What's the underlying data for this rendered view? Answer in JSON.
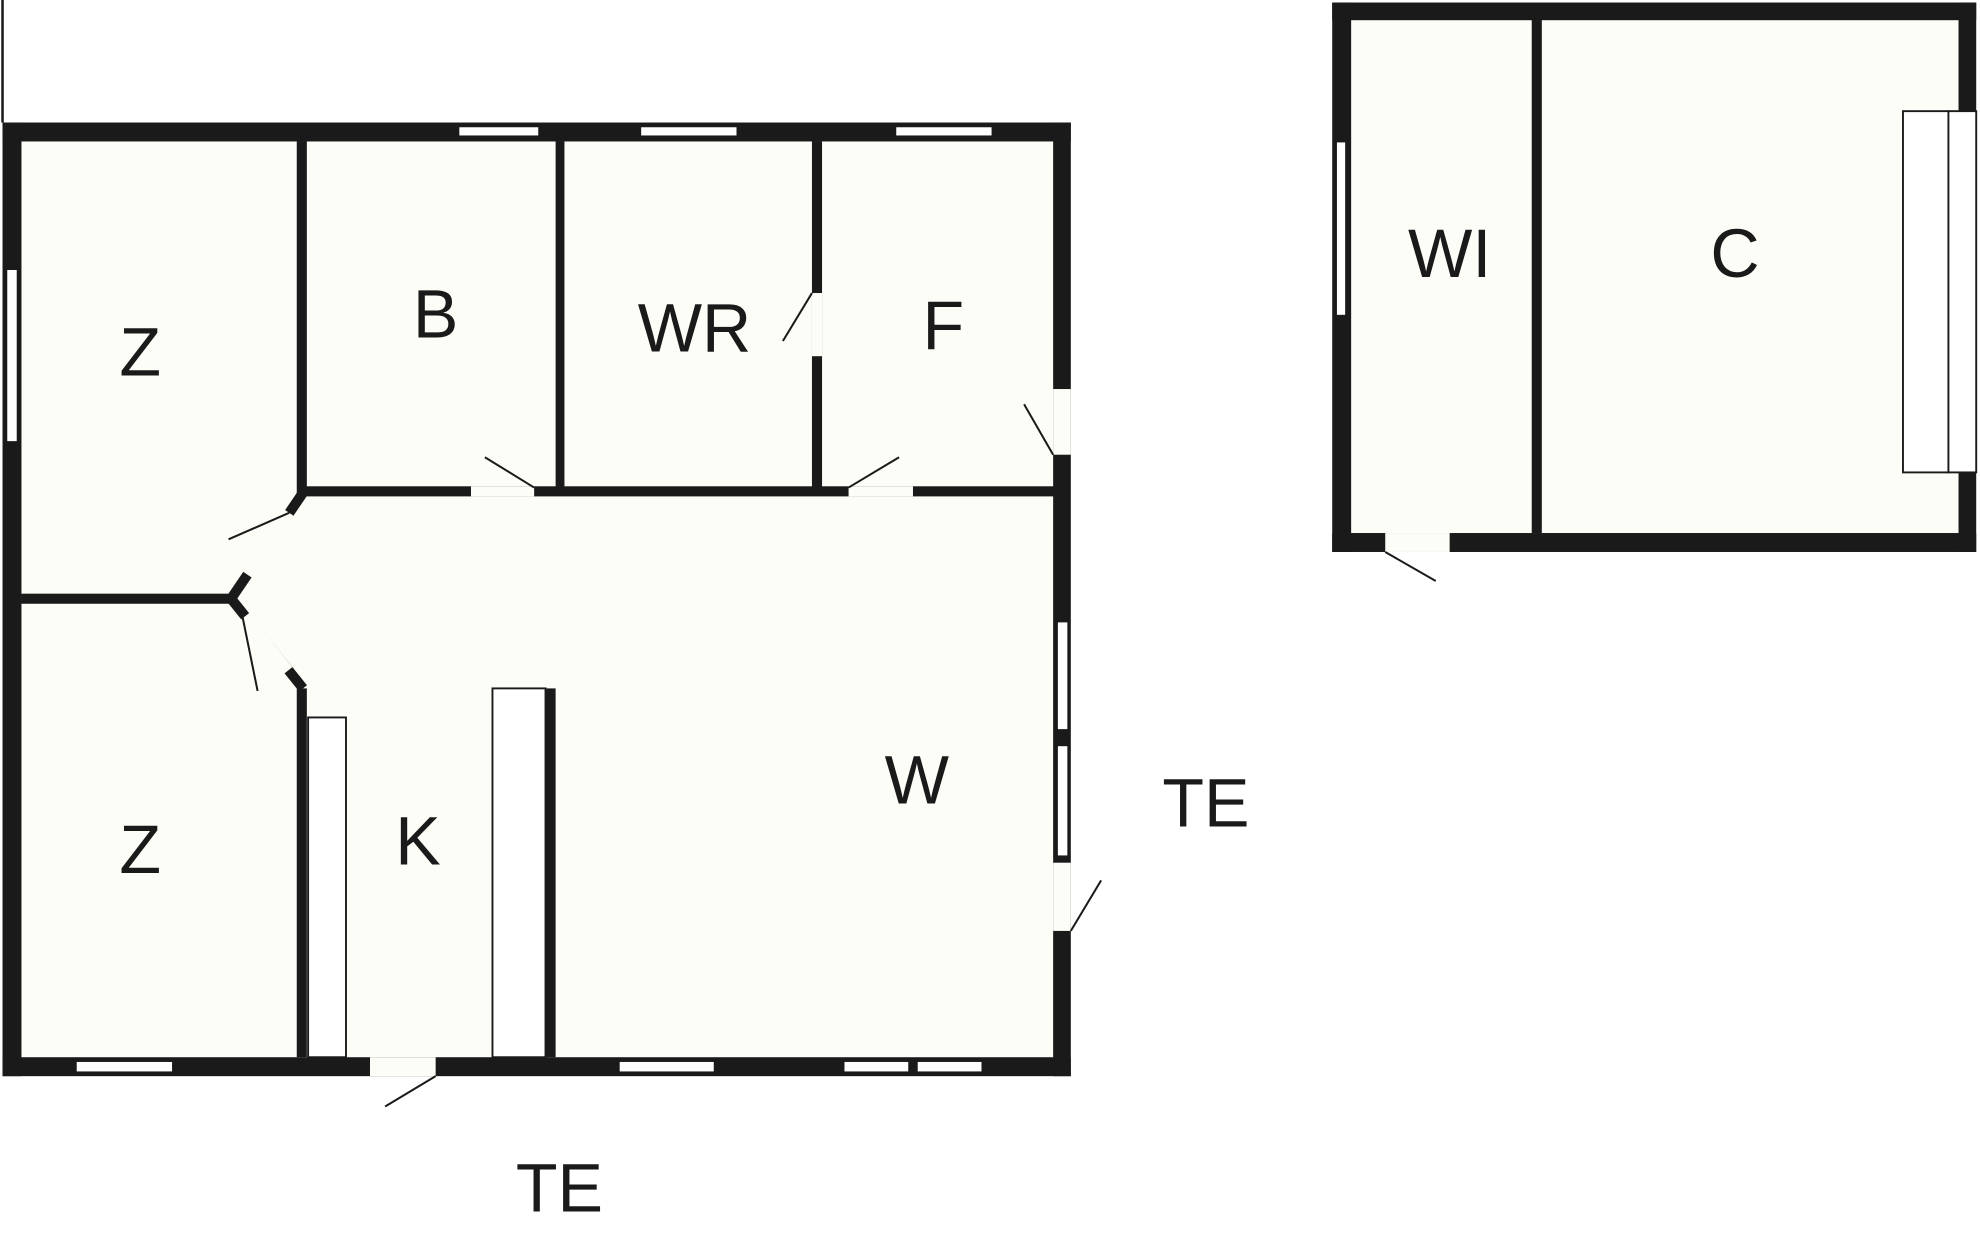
{
  "title": "Floor plan",
  "main_house": {
    "rooms": [
      {
        "id": "z1",
        "label": "Z"
      },
      {
        "id": "b",
        "label": "B"
      },
      {
        "id": "wr",
        "label": "WR"
      },
      {
        "id": "f",
        "label": "F"
      },
      {
        "id": "z2",
        "label": "Z"
      },
      {
        "id": "k",
        "label": "K"
      },
      {
        "id": "w",
        "label": "W"
      }
    ]
  },
  "outbuilding": {
    "rooms": [
      {
        "id": "wi",
        "label": "WI"
      },
      {
        "id": "c",
        "label": "C"
      }
    ]
  },
  "terraces": [
    {
      "id": "te-east",
      "label": "TE"
    },
    {
      "id": "te-south",
      "label": "TE"
    }
  ]
}
